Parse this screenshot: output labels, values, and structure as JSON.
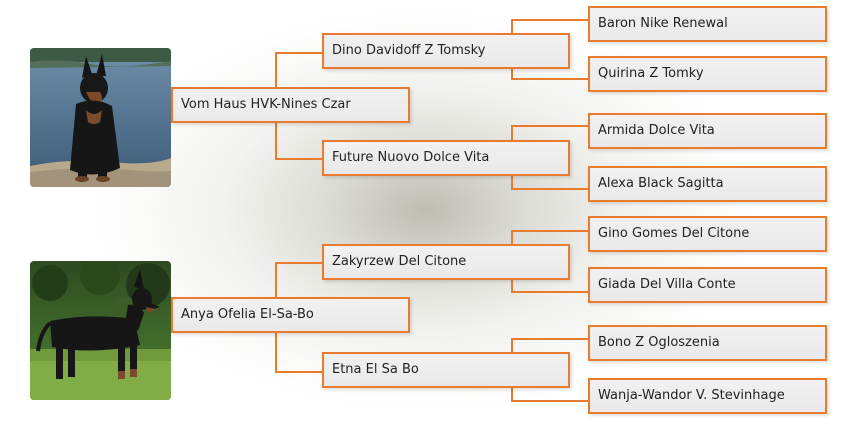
{
  "sire": {
    "name": "Vom Haus HVK-Nines Czar",
    "photo_icon": "doberman-photo",
    "sire": {
      "name": "Dino Davidoff Z Tomsky",
      "sire": {
        "name": "Baron Nike Renewal"
      },
      "dam": {
        "name": "Quirina Z Tomky"
      }
    },
    "dam": {
      "name": "Future Nuovo Dolce Vita",
      "sire": {
        "name": "Armida Dolce Vita"
      },
      "dam": {
        "name": "Alexa Black Sagitta"
      }
    }
  },
  "dam": {
    "name": "Anya Ofelia El-Sa-Bo",
    "photo_icon": "doberman-photo",
    "sire": {
      "name": "Zakyrzew Del Citone",
      "sire": {
        "name": "Gino Gomes Del Citone"
      },
      "dam": {
        "name": "Giada Del Villa Conte"
      }
    },
    "dam": {
      "name": "Etna El Sa Bo",
      "sire": {
        "name": "Bono Z Ogloszenia"
      },
      "dam": {
        "name": "Wanja-Wandor V. Stevinhage"
      }
    }
  },
  "colors": {
    "accent": "#e87b2e",
    "node_bg": "#ededed",
    "text": "#222222"
  }
}
